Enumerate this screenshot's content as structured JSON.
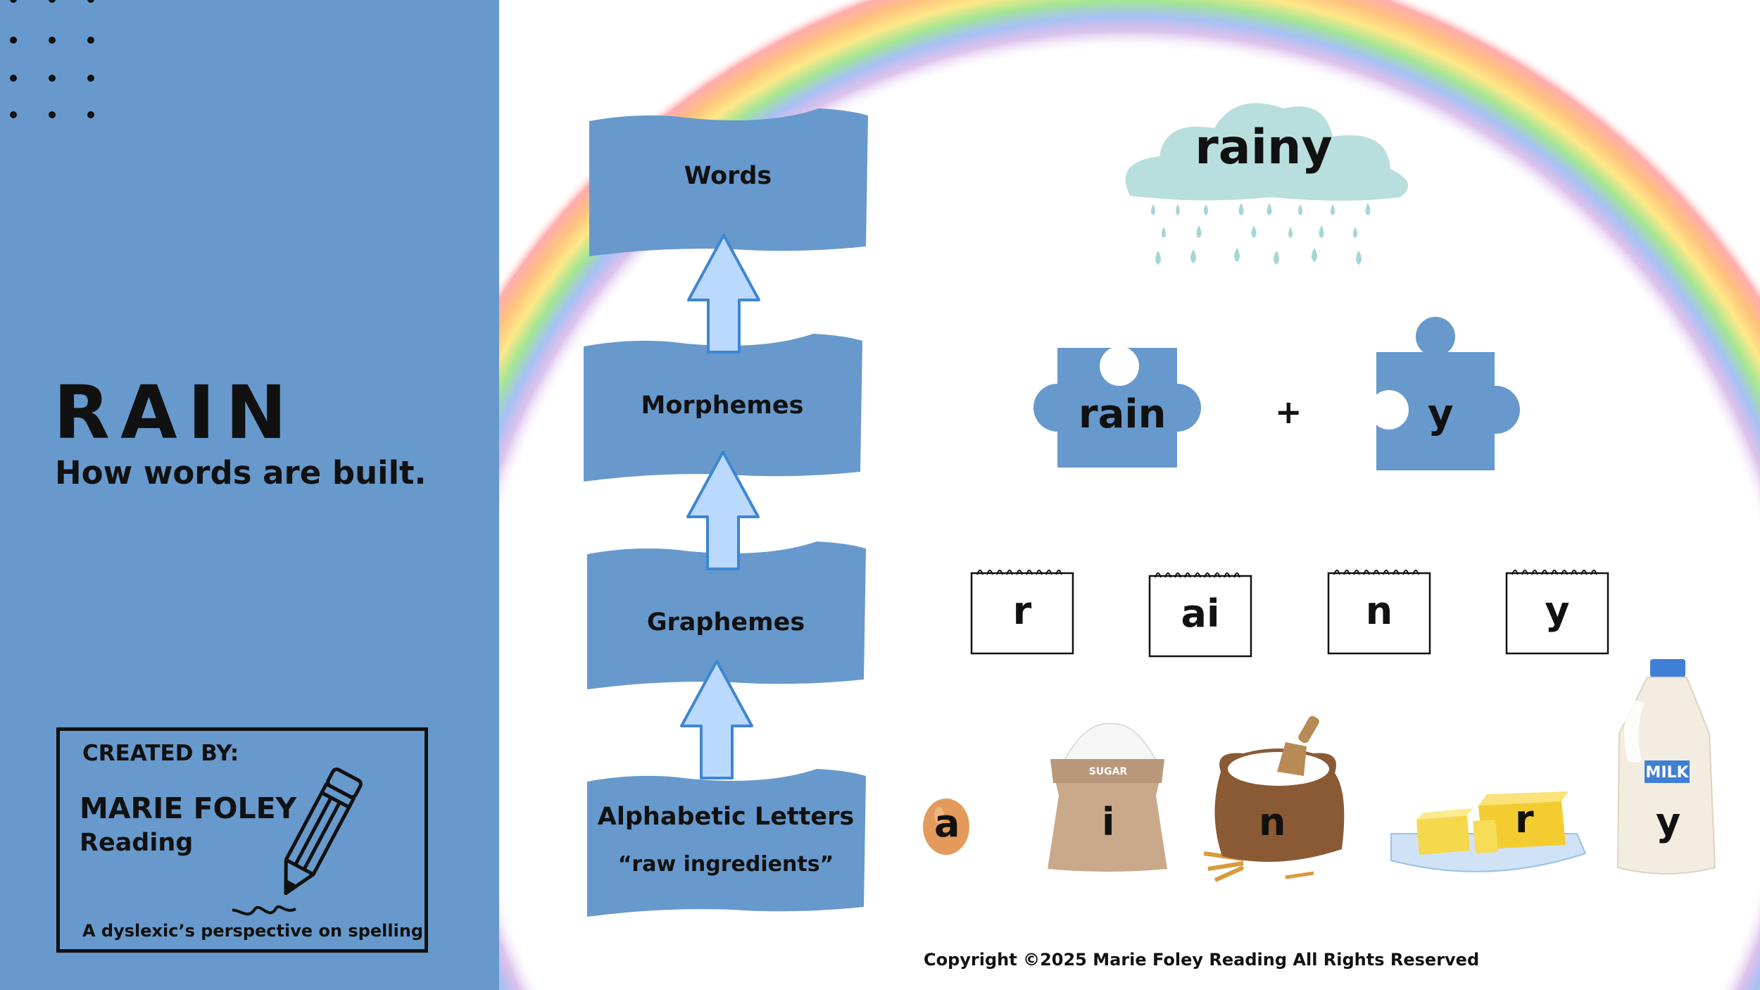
{
  "sidebar": {
    "title": "RAIN",
    "subtitle": "How words are built.",
    "credit": {
      "label": "CREATED BY:",
      "name": "MARIE FOLEY",
      "brand": "Reading",
      "tagline": "A dyslexic’s perspective on spelling"
    }
  },
  "ladder": {
    "levels": [
      {
        "label": "Words"
      },
      {
        "label": "Morphemes"
      },
      {
        "label": "Graphemes"
      },
      {
        "label": "Alphabetic Letters",
        "note": "“raw ingredients”"
      }
    ]
  },
  "word": {
    "text": "rainy"
  },
  "morphemes": {
    "parts": [
      "rain",
      "y"
    ],
    "operator": "+"
  },
  "graphemes": {
    "cards": [
      "r",
      "ai",
      "n",
      "y"
    ]
  },
  "letters": {
    "items": [
      {
        "letter": "a",
        "icon": "egg-icon"
      },
      {
        "letter": "i",
        "icon": "sugar-bag-icon",
        "package_label": "SUGAR"
      },
      {
        "letter": "n",
        "icon": "flour-sack-icon"
      },
      {
        "letter": "r",
        "icon": "butter-icon"
      },
      {
        "letter": "y",
        "icon": "milk-jug-icon",
        "package_label": "MILK"
      }
    ]
  },
  "footer": {
    "copyright": "Copyright ©2025 Marie Foley Reading All Rights Reserved"
  },
  "colors": {
    "sidebar": "#6799cc",
    "block": "#6799cc",
    "arrow": "#bbd8ff",
    "cloud": "#b9dede",
    "drop": "#a5d6d6"
  }
}
